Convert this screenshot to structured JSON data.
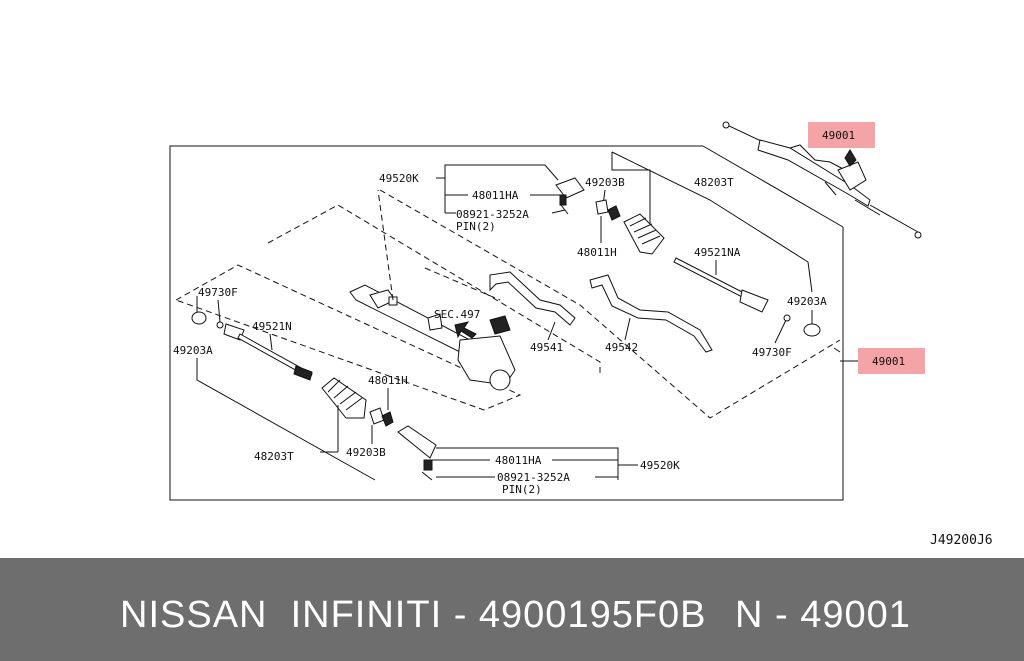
{
  "diagram": {
    "code": "J49200J6",
    "callouts": {
      "top_main": "49001",
      "side_main": "49001",
      "sec_ref": "SEC.497",
      "tie_rod_end_top": "49520K",
      "nut_top": "48011HA",
      "pin_top": "08921-3252A",
      "pin_top_qty": "PIN(2)",
      "nut_right_top": "49203B",
      "boot_kit_right": "48203T",
      "lock_nut_right": "48011H",
      "inner_socket_right": "49521NA",
      "clamp_right": "49203A",
      "wire_clip_right": "49730F",
      "pipe_a": "49541",
      "pipe_b": "49542",
      "wire_clip_left": "49730F",
      "clamp_left": "49203A",
      "inner_socket_left": "49521N",
      "lock_nut_left": "48011H",
      "boot_kit_left": "48203T",
      "nut_left": "49203B",
      "nut_bottom": "48011HA",
      "pin_bottom": "08921-3252A",
      "pin_bottom_qty": "PIN(2)",
      "tie_rod_end_bottom": "49520K"
    }
  },
  "footer": {
    "text": "NISSAN  INFINITI - 4900195F0B",
    "ref": "N - 49001"
  },
  "colors": {
    "footer_bg": "#6e6e6e",
    "highlight": "#f4a3a6"
  }
}
